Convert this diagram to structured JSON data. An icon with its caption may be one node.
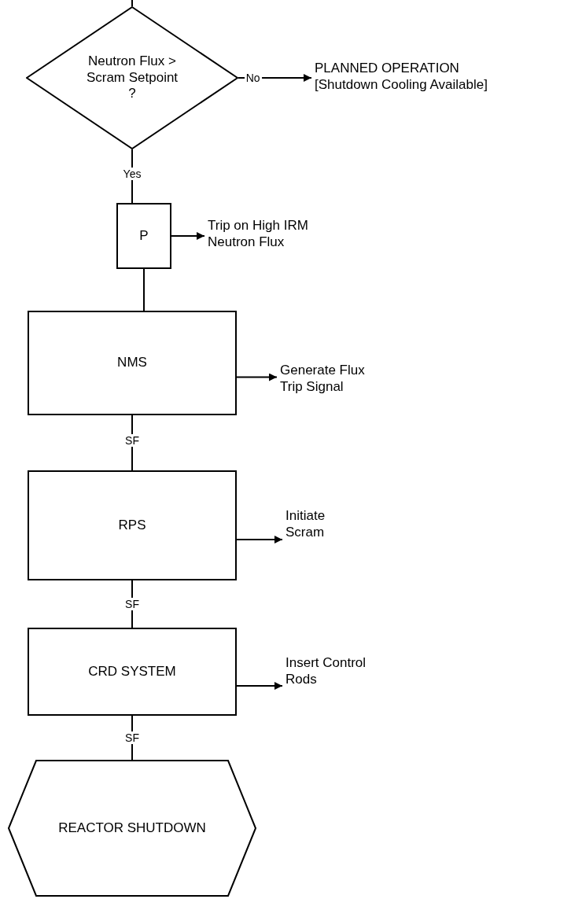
{
  "diagram": {
    "nodes": [
      {
        "text": [
          "Neutron Flux > Scram Setpoint ?"
        ]
      },
      {
        "text": [
          "PLANNED OPERATION",
          "[Shutdown Cooling Available]"
        ]
      },
      {
        "text": [
          "P"
        ]
      },
      {
        "text": [
          "Trip on High IRM Neutron Flux"
        ]
      },
      {
        "text": [
          "NMS"
        ]
      },
      {
        "text": [
          "Generate Flux Trip Signal"
        ]
      },
      {
        "text": [
          "RPS"
        ]
      },
      {
        "text": [
          "Initiate Scram"
        ]
      },
      {
        "text": [
          "CRD SYSTEM"
        ]
      },
      {
        "text": [
          "Insert Control Rods"
        ]
      },
      {
        "text": [
          "REACTOR SHUTDOWN"
        ]
      }
    ],
    "edges": [
      {
        "from": null,
        "to": 0,
        "arrow": "none"
      },
      {
        "from": 0,
        "to": 1,
        "arrow": "to",
        "label": "No"
      },
      {
        "from": 0,
        "to": 2,
        "arrow": "none",
        "label": "Yes"
      },
      {
        "from": 2,
        "to": 3,
        "arrow": "to"
      },
      {
        "from": 2,
        "to": 4,
        "arrow": "none"
      },
      {
        "from": 4,
        "to": 5,
        "arrow": "to"
      },
      {
        "from": 4,
        "to": 6,
        "arrow": "none",
        "label": "SF"
      },
      {
        "from": 6,
        "to": 7,
        "arrow": "to"
      },
      {
        "from": 6,
        "to": 8,
        "arrow": "none",
        "label": "SF"
      },
      {
        "from": 8,
        "to": 9,
        "arrow": "to"
      },
      {
        "from": 8,
        "to": 10,
        "arrow": "none",
        "label": "SF"
      }
    ]
  }
}
